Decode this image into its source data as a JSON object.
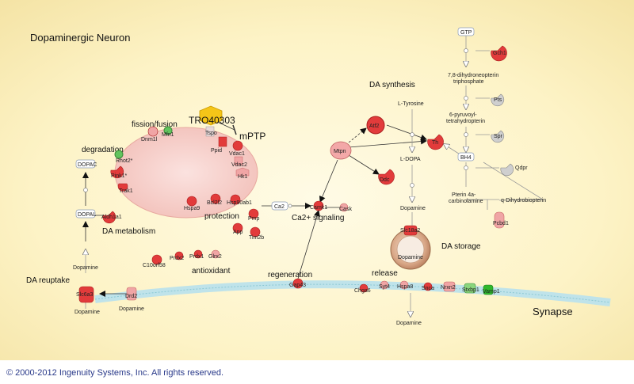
{
  "title": "Dopaminergic Neuron",
  "region_labels": {
    "synapse": "Synapse",
    "fission_fusion": "fission/fusion",
    "degradation": "degradation",
    "protection": "protection",
    "antioxidant": "antioxidant",
    "da_metabolism": "DA metabolism",
    "da_reuptake": "DA reuptake",
    "regeneration": "regeneration",
    "ca_signaling": "Ca2+ signaling",
    "da_synthesis": "DA synthesis",
    "da_storage": "DA storage",
    "release": "release",
    "mptp": "mPTP"
  },
  "drug": "TRO40303",
  "genes": {
    "dnm1l": "Dnm1l",
    "mfn1": "Mfn1",
    "tspo": "Tspo",
    "ppid": "Ppid",
    "vdac1": "Vdac1",
    "vdac2": "Vdac2",
    "hk1": "Hk1",
    "rhot2": "Rhot2*",
    "pink1": "Pink1*",
    "trak1": "Trak1",
    "hspa9": "Hspa9",
    "bcl2l2": "Bcl2l2",
    "hsp90ab1": "Hsp90ab1",
    "pmp": "Pmp",
    "app": "App",
    "tim2b": "Tim2b",
    "aldh1a1": "Aldh1a1",
    "prdx2": "Prdx2",
    "prdx1": "Prdx1",
    "glrx2": "Glrx2",
    "c10orf58": "C10orf58",
    "camk1": "Camk1",
    "cask": "Cask",
    "mtpn": "Mtpn",
    "atf2": "Atf2",
    "ddc": "Ddc",
    "th": "Th",
    "gch1": "Gch1",
    "pts": "Pts",
    "spr": "Spr",
    "qdpr": "Qdpr",
    "pcbd1": "Pcbd1",
    "slc18a2": "Slc18a2",
    "slc6a3": "Slc6a3",
    "drd2": "Drd2",
    "gap43": "Gap43",
    "chga": "Chga6",
    "syt": "Syt4",
    "hspa8": "Hspa8",
    "snca": "Snca",
    "nrxn2": "Nrxn2",
    "stxbp1": "Stxbp1",
    "vamp1": "Vamp1"
  },
  "metabolites": {
    "dopac": "DOPAC",
    "dopal": "DOPAL",
    "dopamine": "Dopamine",
    "ca2": "Ca2",
    "gtp": "GTP",
    "dihydroneopterin_1": "7,8-dihydroneopterin",
    "dihydroneopterin_2": "triphosphate",
    "pyruvoyl_1": "6-pyruvoyl-",
    "pyruvoyl_2": "tetrahydropterin",
    "ltyrosine": "L-Tyrosine",
    "ldopa": "L-DOPA",
    "bh4": "BH4",
    "pterin_1": "Pterin 4a-",
    "pterin_2": "carbinolamine",
    "qdihydro": "q-Dihydrobiopterin"
  },
  "copyright": "© 2000-2012 Ingenuity Systems, Inc. All rights reserved."
}
